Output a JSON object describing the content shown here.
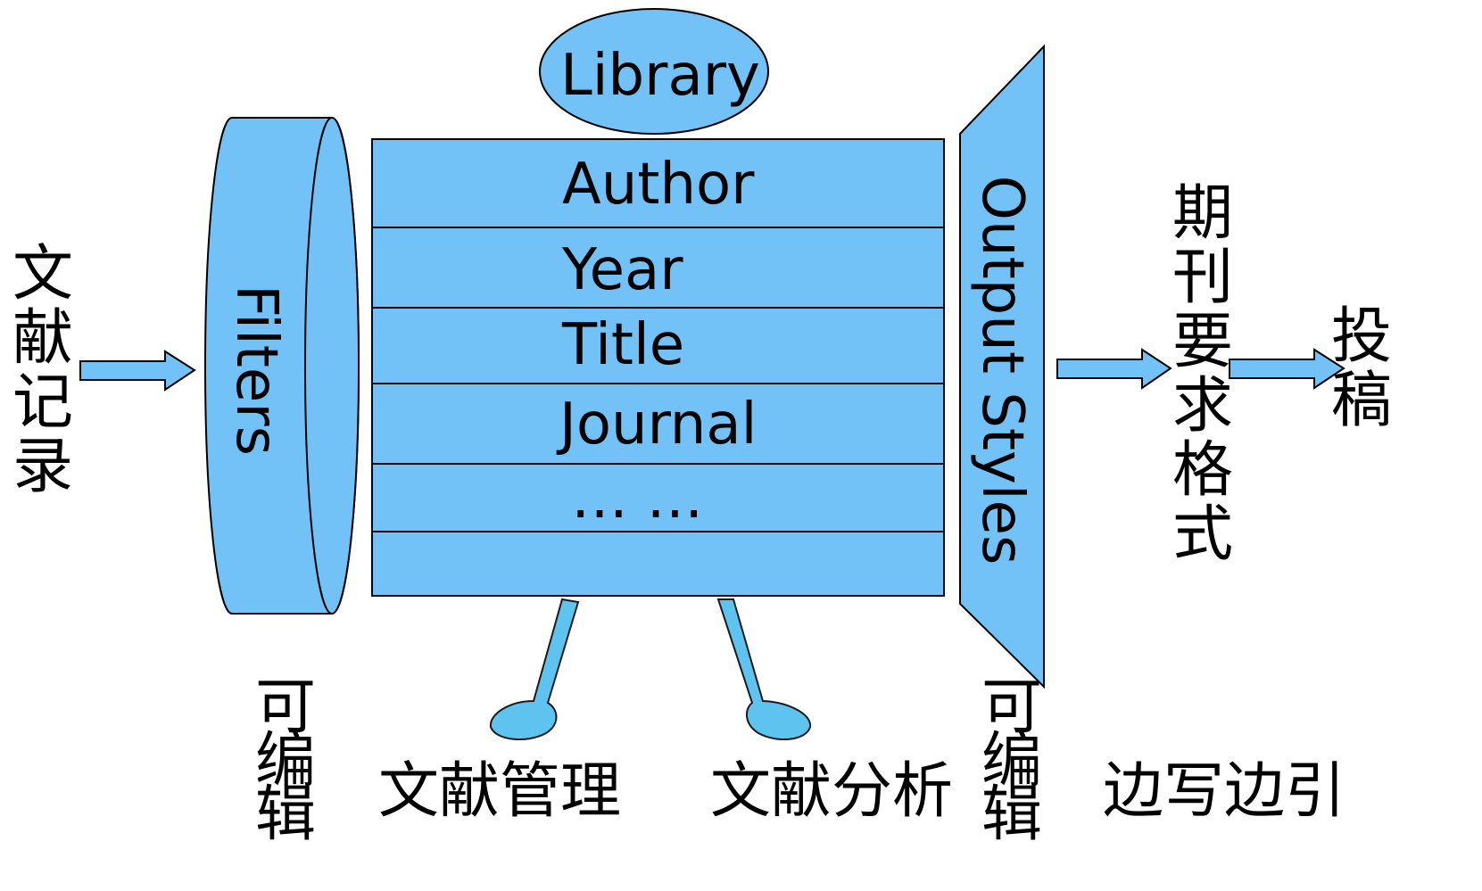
{
  "colors": {
    "fill": "#73c2f7",
    "stroke": "#000000",
    "leg": "#5fc3ef"
  },
  "input": {
    "chars": [
      "文",
      "献",
      "记",
      "录"
    ]
  },
  "filters": {
    "label": "Filters",
    "note_chars": [
      "可",
      "编",
      "辑"
    ]
  },
  "library": {
    "label": "Library"
  },
  "fields": [
    "Author",
    "Year",
    "Title",
    "Journal",
    "… …",
    ""
  ],
  "output": {
    "label": "Output Styles",
    "note_chars": [
      "可",
      "编",
      "辑"
    ]
  },
  "journal": {
    "chars": [
      "期",
      "刊",
      "要",
      "求",
      "格",
      "式"
    ]
  },
  "submit": {
    "chars": [
      "投",
      "稿"
    ]
  },
  "bottom": {
    "manage": "文献管理",
    "analyze": "文献分析",
    "cite": "边写边引"
  },
  "icons": {
    "arrows": [
      "right-arrow-icon",
      "right-arrow-icon",
      "right-arrow-icon"
    ],
    "legs": [
      "left-leg-icon",
      "right-leg-icon"
    ]
  }
}
